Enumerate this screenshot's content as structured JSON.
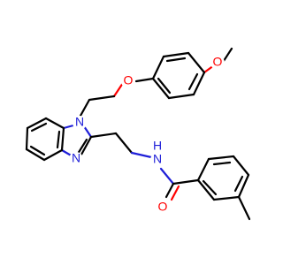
{
  "molecule": {
    "atom_labels": {
      "methoxy_o": "O",
      "ether_o": "O",
      "ring_n1": "N",
      "ring_n3": "N",
      "amide_n": "N",
      "amide_h": "H",
      "carbonyl_o": "O"
    },
    "colors": {
      "oxygen": "#ff0000",
      "nitrogen": "#1f1fd8",
      "carbon_bond": "#000000",
      "background": "#ffffff"
    }
  }
}
